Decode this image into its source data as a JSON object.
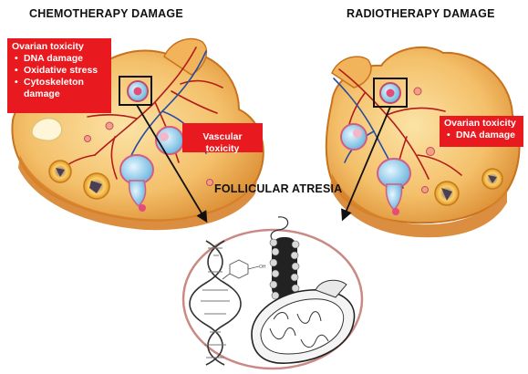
{
  "titles": {
    "chemo": "CHEMOTHERAPY DAMAGE",
    "radio": "RADIOTHERAPY DAMAGE",
    "atresia": "FOLLICULAR  ATRESIA"
  },
  "chemo_box": {
    "heading": "Ovarian toxicity",
    "items": [
      "DNA damage",
      "Oxidative stress",
      "Cytoskeleton damage"
    ]
  },
  "vascular_box": {
    "label": "Vascular toxicity"
  },
  "radio_box": {
    "heading": "Ovarian toxicity",
    "items": [
      "DNA damage"
    ]
  },
  "colors": {
    "label_red": "#e8191f",
    "ovary_fill": "#f2b560",
    "ovary_edge": "#c9721e",
    "vessel_red": "#b31b1b",
    "vessel_blue": "#2a4da0",
    "follicle_blue": "#a8d8ef",
    "follicle_pink": "#e98aa9"
  }
}
